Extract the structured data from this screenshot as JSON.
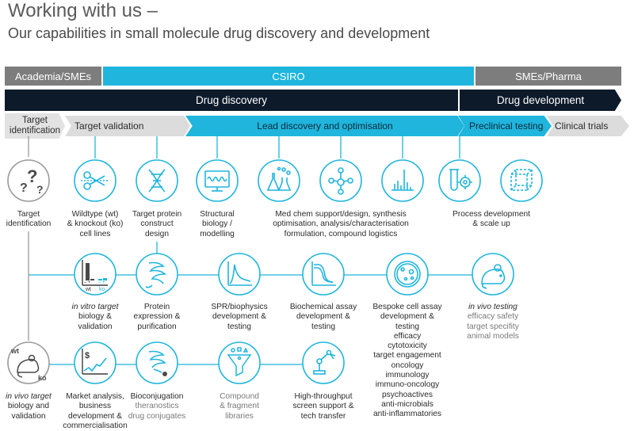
{
  "heading": {
    "title": "Working with us –",
    "subtitle": "Our capabilities in small molecule drug discovery and development"
  },
  "colors": {
    "cyan": "#1fb5dd",
    "grey": "#7d7d7d",
    "navy": "#0d1a2a",
    "light": "#dcdcdc"
  },
  "bands": {
    "academia": "Academia/SMEs",
    "csiro": "CSIRO",
    "pharma": "SMEs/Pharma",
    "discovery": "Drug discovery",
    "development": "Drug development"
  },
  "stages": {
    "target_id": [
      "Target",
      "identification"
    ],
    "target_validation": "Target validation",
    "lead": "Lead discovery and optimisation",
    "preclinical": "Preclinical testing",
    "clinical": "Clinical trials"
  },
  "labels": {
    "target": [
      "Target",
      "identification"
    ],
    "wildtype": [
      "Wildtype (wt)",
      "& knockout (ko)",
      "cell lines"
    ],
    "protein_construct": [
      "Target protein",
      "construct",
      "design"
    ],
    "structural": [
      "Structural",
      "biology /",
      "modelling"
    ],
    "medchem": [
      "Med chem support/design, synthesis",
      "optimisation, analysis/characterisation",
      "formulation, compound logistics"
    ],
    "process": [
      "Process development",
      "& scale up"
    ],
    "invitro": [
      "in vitro target",
      "biology &",
      "validation"
    ],
    "protein_expr": [
      "Protein",
      "expression &",
      "purification"
    ],
    "spr": [
      "SPR/biophysics",
      "development &",
      "testing"
    ],
    "biochem": [
      "Biochemical assay",
      "development &",
      "testing"
    ],
    "bespoke": [
      "Bespoke cell assay",
      "development &",
      "testing",
      "efficacy",
      "cytotoxicity",
      "target engagement",
      "oncology",
      "immunology",
      "immuno-oncology",
      "psychoactives",
      "anti-microbials",
      "anti-inflammatories"
    ],
    "invivo_testing": "in vivo testing",
    "invivo_testing_sub": [
      "efficacy safety",
      "target specifity",
      "animal models"
    ],
    "invivo_bio": [
      "in vivo target",
      "biology and",
      "validation"
    ],
    "market": [
      "Market analysis,",
      "business",
      "development &",
      "commercialisation"
    ],
    "bioconj": "Bioconjugation",
    "bioconj_sub": [
      "theranostics",
      "drug conjugates"
    ],
    "compound": [
      "Compound",
      "& fragment",
      "libraries"
    ],
    "hts": [
      "High-throughput",
      "screen support &",
      "tech transfer"
    ]
  },
  "icon_text": {
    "wt": "wt",
    "ko": "ko",
    "dollar": "$",
    "chart_wt": "wt",
    "chart_ko": "ko",
    "minus_plus_1": "– +",
    "minus_plus_2": "– +"
  }
}
